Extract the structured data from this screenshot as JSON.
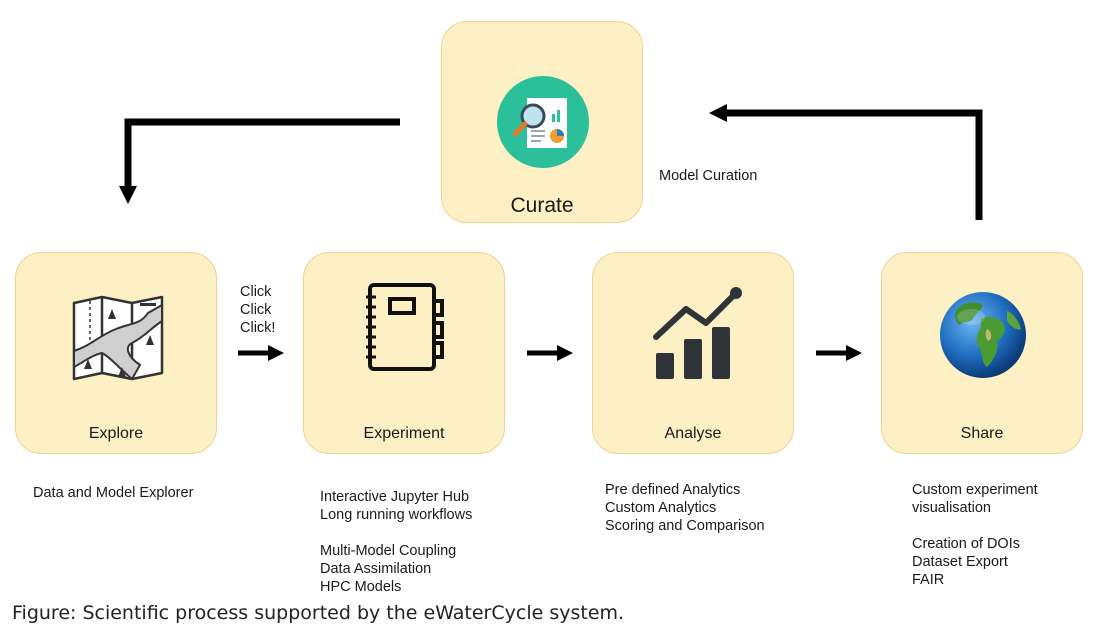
{
  "curate": {
    "label": "Curate",
    "note": "Model Curation"
  },
  "steps": [
    {
      "label": "Explore",
      "icon": "map-icon",
      "lines": [
        "Data and Model Explorer"
      ]
    },
    {
      "label": "Experiment",
      "icon": "notebook-icon",
      "lines": [
        "Interactive Jupyter Hub",
        "Long running workflows",
        "",
        "Multi-Model Coupling",
        "Data Assimilation",
        "HPC Models"
      ]
    },
    {
      "label": "Analyse",
      "icon": "bar-chart-trend-icon",
      "lines": [
        "Pre defined Analytics",
        "Custom Analytics",
        "Scoring and Comparison"
      ]
    },
    {
      "label": "Share",
      "icon": "globe-icon",
      "lines": [
        "Custom experiment",
        "visualisation",
        "",
        "Creation of DOIs",
        "Dataset Export",
        "FAIR"
      ]
    }
  ],
  "click_text": [
    "Click",
    "Click",
    "Click!"
  ],
  "caption": "Figure: Scientific process supported by the eWaterCycle system.",
  "colors": {
    "card_fill": "#fdf0c4",
    "card_border": "#ecd38f",
    "curate_icon_bg": "#2bbf9a",
    "arrow": "#000000"
  }
}
